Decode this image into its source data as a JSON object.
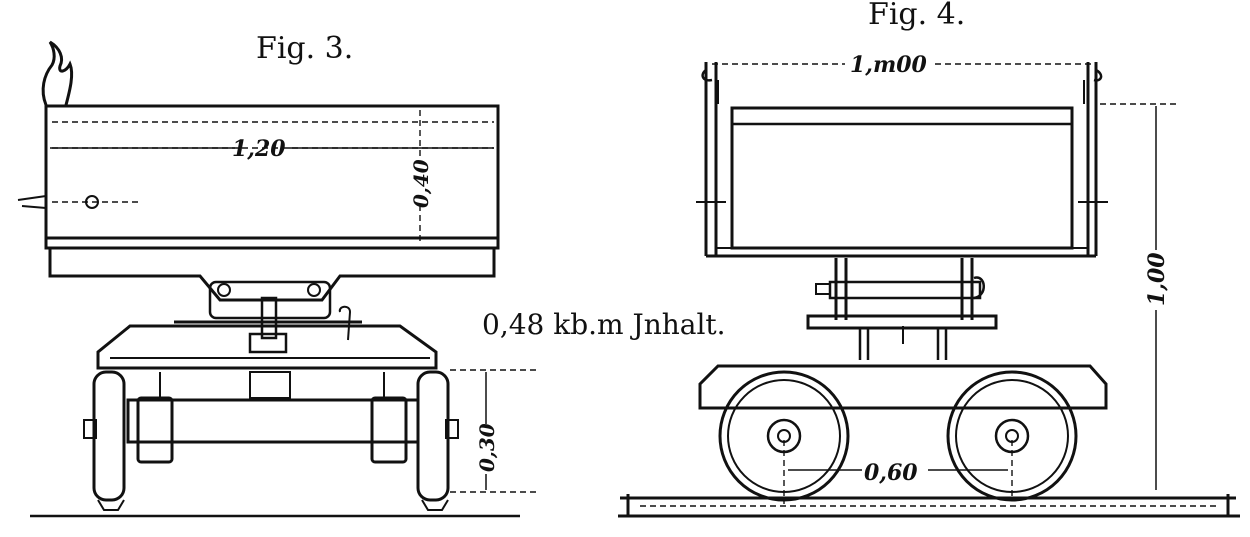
{
  "figures": {
    "fig3": {
      "label": "Fig. 3.",
      "dims": {
        "length": "1,20",
        "height": "0,40",
        "track_height": "0,30"
      }
    },
    "fig4": {
      "label": "Fig. 4.",
      "dims": {
        "width": "1,m00",
        "total_height": "1,00",
        "wheelbase": "0,60"
      }
    }
  },
  "capacity_label": "0,48 kb.m Jnhalt."
}
